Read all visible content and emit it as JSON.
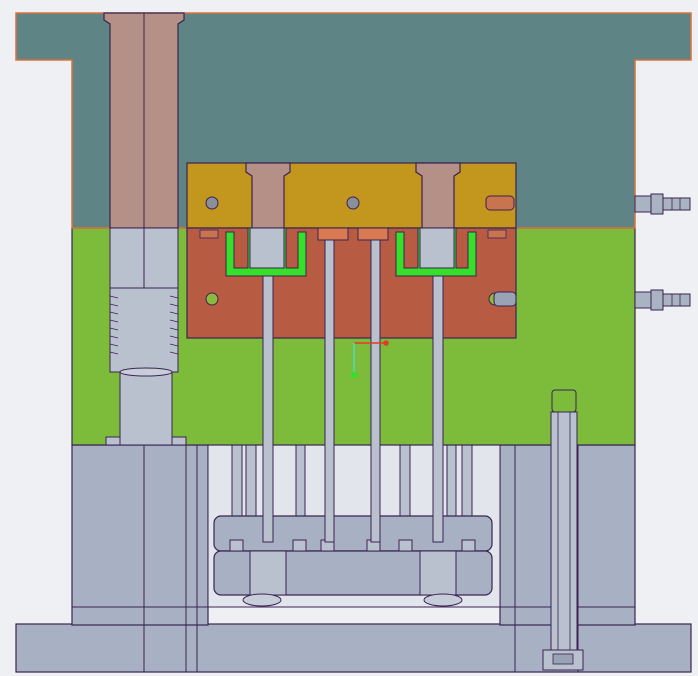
{
  "view": {
    "background": "#eef0f4",
    "outline_color": "#3b2352"
  },
  "colors": {
    "top_clamp_plate": "#5f8485",
    "top_clamp_edge": "#d9733a",
    "cavity_plate": "#c3961e",
    "core_insert": "#b75c43",
    "core_plate": "#7dbb3a",
    "ejector_housing": "#a8b1c3",
    "guide_bushing": "#b59086",
    "steel_part": "#b9c1cf",
    "molded_part": "#36e02a",
    "water_fitting": "#aab3c2",
    "axis_x": "#e33b2a",
    "axis_y": "#46e0c8",
    "axis_origin": "#35e02d"
  },
  "components": {
    "top_clamp_plate": "top-clamp-plate",
    "cavity_plate": "cavity-plate",
    "core_insert": "core-insert",
    "core_plate": "core-retainer-plate",
    "spacer_blocks": "spacer-blocks",
    "ejector_plates": "ejector-plates",
    "bottom_clamp_plate": "bottom-clamp-plate",
    "ejector_pins": 4,
    "cooling_fittings": 2
  },
  "icons": {
    "axis_triad": "coordinate-axis-icon"
  }
}
